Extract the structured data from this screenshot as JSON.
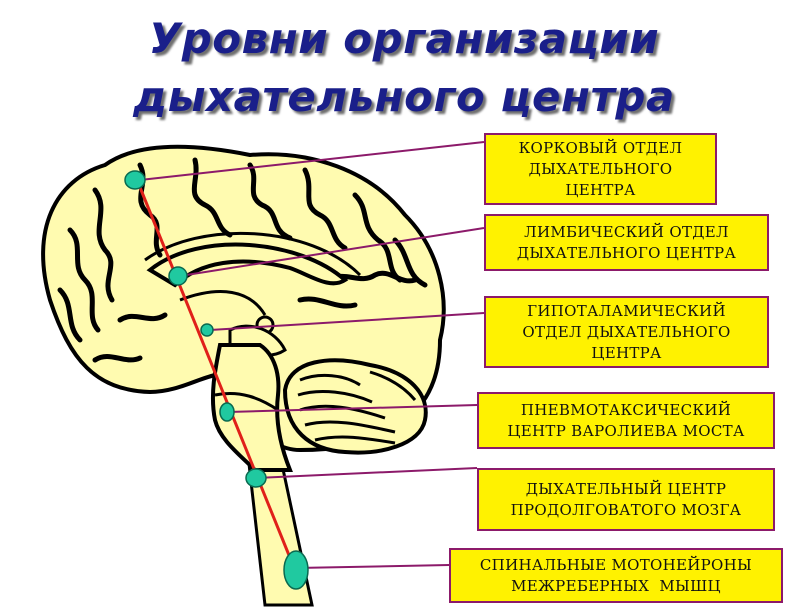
{
  "title": {
    "line1": "Уровни организации",
    "line2": "дыхательного центра"
  },
  "labels": [
    {
      "lines": [
        "КОРКОВЫЙ ОТДЕЛ",
        "ДЫХАТЕЛЬНОГО",
        "ЦЕНТРА"
      ]
    },
    {
      "lines": [
        "ЛИМБИЧЕСКИЙ ОТДЕЛ",
        "ДЫХАТЕЛЬНОГО ЦЕНТРА"
      ]
    },
    {
      "lines": [
        "ГИПОТАЛАМИЧЕСКИЙ",
        "ОТДЕЛ ДЫХАТЕЛЬНОГО",
        "ЦЕНТРА"
      ]
    },
    {
      "lines": [
        "ПНЕВМОТАКСИЧЕСКИЙ",
        "ЦЕНТР ВАРОЛИЕВА МОСТА"
      ]
    },
    {
      "lines": [
        "ДЫХАТЕЛЬНЫЙ ЦЕНТР",
        "ПРОДОЛГОВАТОГО МОЗГА"
      ]
    },
    {
      "lines": [
        "СПИНАЛЬНЫЕ МОТОНЕЙРОНЫ",
        "МЕЖРЕБЕРНЫХ  МЫШЦ"
      ]
    }
  ],
  "colors": {
    "title": "#1a1f8a",
    "brain_fill": "#fffbb0",
    "label_fill": "#fff200",
    "label_border": "#8c1a6a",
    "center_marker": "#20c9a0",
    "axis_line": "#e0201a"
  }
}
